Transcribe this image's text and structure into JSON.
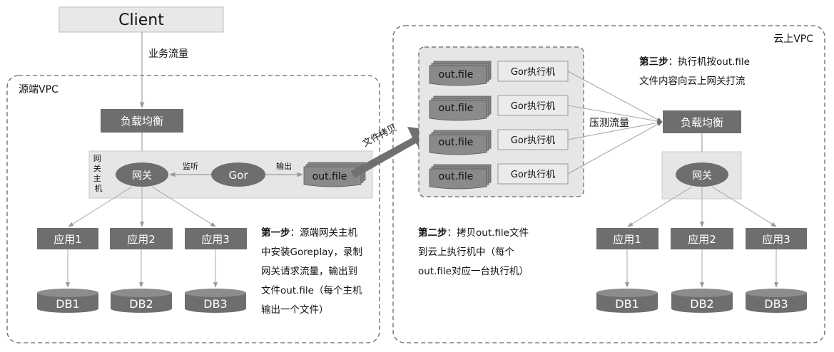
{
  "client": "Client",
  "business_traffic": "业务流量",
  "source_vpc": "源端VPC",
  "cloud_vpc": "云上VPC",
  "load_balancer": "负载均衡",
  "gateway_host": "网关主机",
  "gateway": "网关",
  "listen": "监听",
  "gor": "Gor",
  "output": "输出",
  "out_file": "out.file",
  "apps": [
    "应用1",
    "应用2",
    "应用3"
  ],
  "dbs": [
    "DB1",
    "DB2",
    "DB3"
  ],
  "file_copy": "文件拷贝",
  "executor": "Gor执行机",
  "pressure_traffic": "压测流量",
  "step1": {
    "label": "第一步",
    "lines": [
      "：源端网关主机",
      "中安装Goreplay，录制",
      "网关请求流量，输出到",
      "文件out.file（每个主机",
      "输出一个文件）"
    ]
  },
  "step2": {
    "label": "第二步",
    "lines": [
      "：拷贝out.file文件",
      "到云上执行机中（每个",
      "out.file对应一台执行机）"
    ]
  },
  "step3": {
    "label": "第三步",
    "lines": [
      "：执行机按out.file",
      "文件内容向云上网关打流"
    ]
  },
  "colors": {
    "dark_box": "#6e6e6e",
    "light_box": "#e8e8e8",
    "border": "#a8a8a8",
    "arrow": "#a0a0a0",
    "big_arrow": "#707070"
  }
}
